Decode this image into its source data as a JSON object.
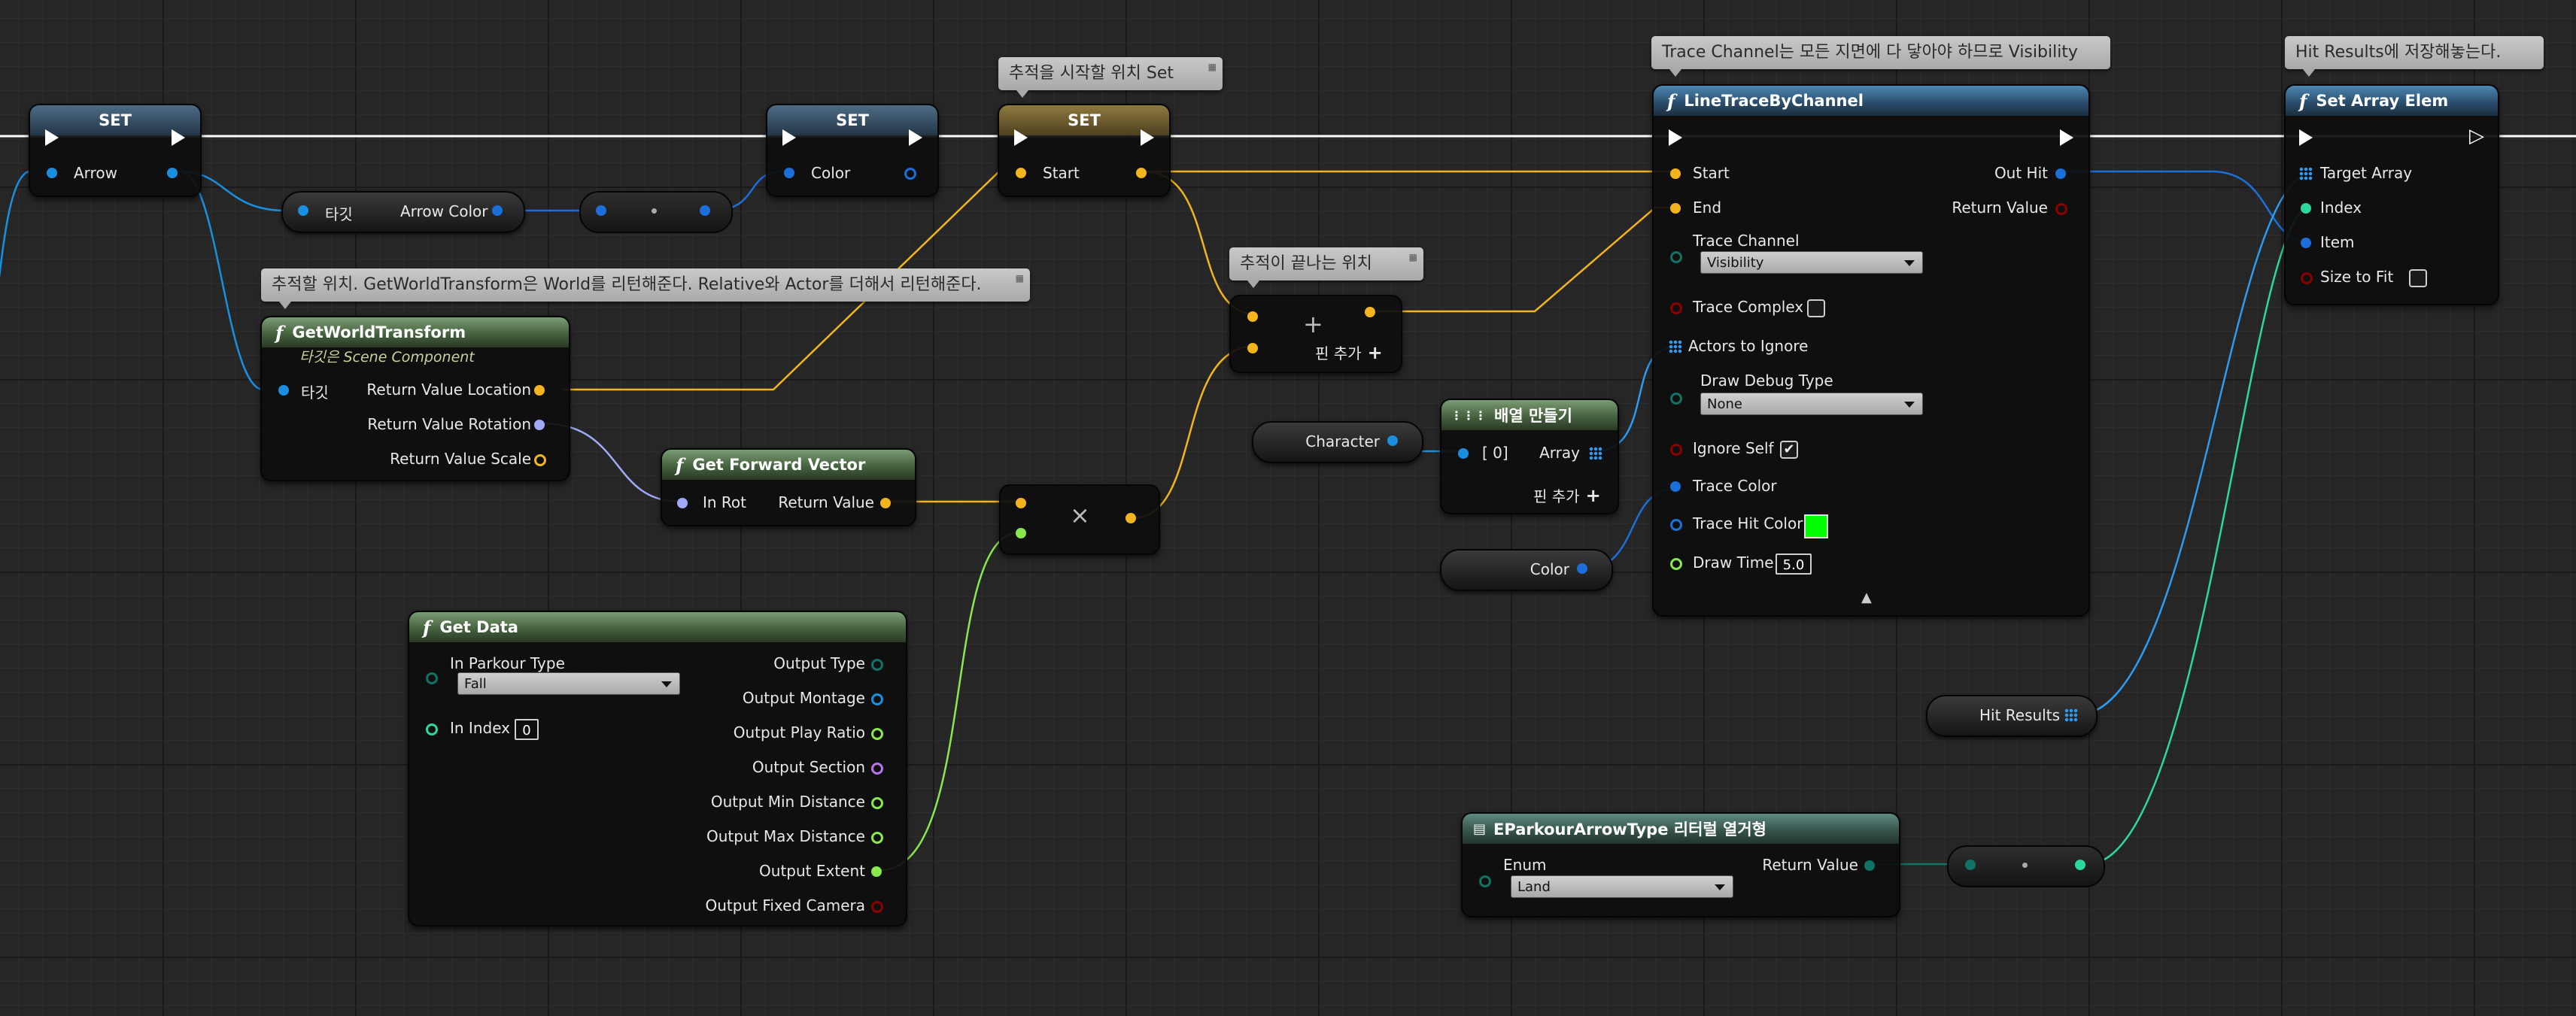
{
  "colors": {
    "vector": "#f2b51d",
    "object": "#1a8fe0",
    "rotator": "#a0a8f8",
    "struct": "#1c6fd9",
    "byte": "#117265",
    "int": "#2ed6a0",
    "float": "#8ae84f",
    "name": "#b675e8",
    "bool": "#8b0000",
    "exec": "#ffffff",
    "trace_hit": "#00ff00"
  },
  "comments": {
    "start_pos": "추적을 시작할 위치 Set",
    "end_pos": "추적이 끝나는 위치",
    "trace_channel": "Trace Channel는 모든 지면에 다 닿아야 하므로 Visibility",
    "hit_results": "Hit Results에 저장해놓는다.",
    "world_transform": "추적할 위치. GetWorldTransform은 World를 리턴해준다. Relative와 Actor를 더해서 리턴해준다."
  },
  "set_arrow": {
    "title": "SET",
    "pin": "Arrow"
  },
  "arrow_color": {
    "target": "타깃",
    "output": "Arrow Color"
  },
  "set_color": {
    "title": "SET",
    "pin": "Color"
  },
  "set_start": {
    "title": "SET",
    "pin": "Start"
  },
  "get_world_transform": {
    "title": "GetWorldTransform",
    "subtitle": "타깃은 Scene Component",
    "target": "타깃",
    "outputs": [
      "Return Value Location",
      "Return Value Rotation",
      "Return Value Scale"
    ]
  },
  "get_forward_vector": {
    "title": "Get Forward Vector",
    "input": "In Rot",
    "output": "Return Value"
  },
  "add_node": {
    "symbol": "+",
    "add_pin": "핀 추가"
  },
  "multiply_node": {
    "symbol": "×"
  },
  "get_data": {
    "title": "Get Data",
    "in_parkour_type": "In Parkour Type",
    "parkour_type_value": "Fall",
    "in_index": "In Index",
    "index_value": "0",
    "outputs": [
      "Output Type",
      "Output Montage",
      "Output Play Ratio",
      "Output Section",
      "Output Min Distance",
      "Output Max Distance",
      "Output Extent",
      "Output Fixed Camera"
    ]
  },
  "character": {
    "label": "Character"
  },
  "make_array": {
    "title": "배열 만들기",
    "input": "[ 0]",
    "output": "Array",
    "add_pin": "핀 추가"
  },
  "color_var": {
    "label": "Color"
  },
  "line_trace": {
    "title": "LineTraceByChannel",
    "start": "Start",
    "end": "End",
    "out_hit": "Out Hit",
    "return_value": "Return Value",
    "trace_channel": "Trace Channel",
    "trace_channel_value": "Visibility",
    "trace_complex": "Trace Complex",
    "actors_to_ignore": "Actors to Ignore",
    "draw_debug_type": "Draw Debug Type",
    "draw_debug_value": "None",
    "ignore_self": "Ignore Self",
    "ignore_self_check": "✔",
    "trace_color": "Trace Color",
    "trace_hit_color": "Trace Hit Color",
    "draw_time": "Draw Time",
    "draw_time_value": "5.0",
    "expand": "▲"
  },
  "set_array_elem": {
    "title": "Set Array Elem",
    "pins": [
      "Target Array",
      "Index",
      "Item",
      "Size to Fit"
    ]
  },
  "hit_results": {
    "label": "Hit Results"
  },
  "enum_literal": {
    "title": "EParkourArrowType 리터럴 열거형",
    "enum": "Enum",
    "value": "Land",
    "output": "Return Value"
  }
}
